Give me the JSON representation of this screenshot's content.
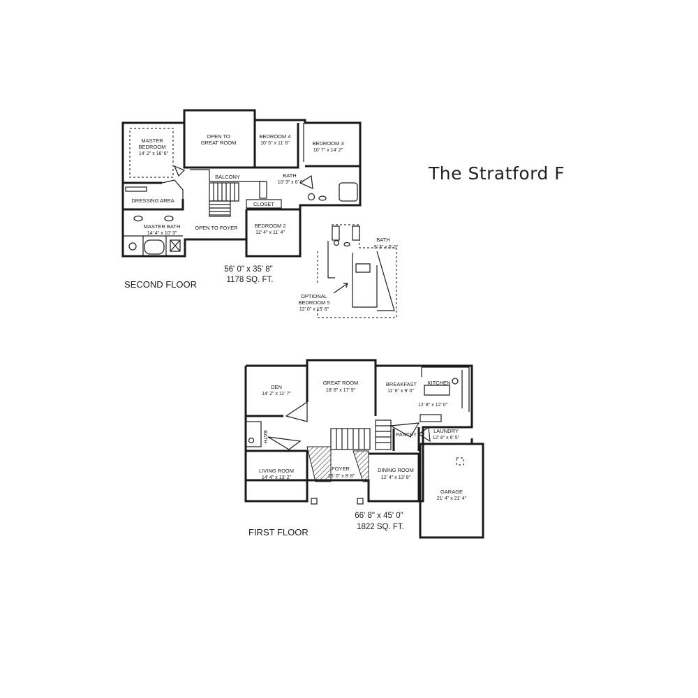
{
  "title": "The Stratford F",
  "second_floor": {
    "label": "SECOND FLOOR",
    "dimensions": "56' 0\" x 35' 8\"",
    "area": "1178 SQ. FT.",
    "rooms": {
      "master_bedroom": {
        "name_1": "MASTER",
        "name_2": "BEDROOM",
        "size": "14' 2\" x 16' 6\""
      },
      "open_to_great_room": {
        "name_1": "OPEN TO",
        "name_2": "GREAT ROOM"
      },
      "bedroom_4": {
        "name": "BEDROOM 4",
        "size": "10' 5\" x 11' 6\""
      },
      "bedroom_3": {
        "name": "BEDROOM 3",
        "size": "10' 7\" x 14' 2\""
      },
      "balcony": {
        "name": "BALCONY"
      },
      "bath": {
        "name": "BATH",
        "size": "10' 3\" x 6' 0\""
      },
      "dressing_area": {
        "name": "DRESSING AREA"
      },
      "closet": {
        "name": "CLOSET"
      },
      "master_bath": {
        "name": "MASTER BATH",
        "size": "14' 4\" x 10' 3\""
      },
      "open_to_foyer": {
        "name": "OPEN TO FOYER"
      },
      "bedroom_2": {
        "name": "BEDROOM 2",
        "size": "12' 4\" x 11' 4\""
      }
    }
  },
  "optional": {
    "bath": {
      "name": "BATH",
      "size": "9' 3\" x 5' 0\""
    },
    "bedroom_5": {
      "name_1": "OPTIONAL",
      "name_2": "BEDROOM 5",
      "size": "12' 0\" x 15' 6\""
    }
  },
  "first_floor": {
    "label": "FIRST FLOOR",
    "dimensions": "66' 8\" x 45' 0\"",
    "area": "1822 SQ. FT.",
    "rooms": {
      "den": {
        "name": "DEN",
        "size": "14' 2\" x 11' 7\""
      },
      "great_room": {
        "name": "GREAT ROOM",
        "size": "16' 8\" x 17' 9\""
      },
      "breakfast": {
        "name": "BREAKFAST",
        "size": "11' 6\" x 9' 0\""
      },
      "kitchen": {
        "name": "KITCHEN",
        "size": "12' 8\" x 12' 0\""
      },
      "bath": {
        "name": "BATH"
      },
      "pantry": {
        "name": "PANTRY"
      },
      "laundry": {
        "name": "LAUNDRY",
        "size": "12' 8\" x 6' 5\""
      },
      "living_room": {
        "name": "LIVING ROOM",
        "size": "14' 4\" x 13' 2\""
      },
      "foyer": {
        "name": "FOYER",
        "size": "15' 0\" x 8' 8\""
      },
      "dining_room": {
        "name": "DINING ROOM",
        "size": "12' 4\" x 13' 8\""
      },
      "garage": {
        "name": "GARAGE",
        "size": "21' 4\" x 21' 4\""
      }
    }
  }
}
